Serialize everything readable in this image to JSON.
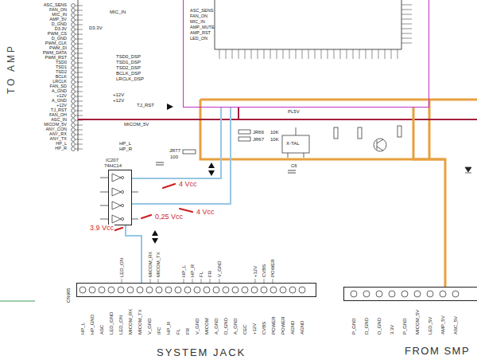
{
  "diagram": {
    "nodes": [
      {
        "text": [
          "TO AMP"
        ]
      },
      {
        "text": [
          "IC207",
          "74HC14"
        ]
      },
      {
        "text": [
          "CN905",
          "SYSTEM JACK"
        ]
      },
      {
        "text": [
          "FROM SMP"
        ]
      },
      {
        "text": [
          "ASC_SENS",
          "FAN_ON",
          "MIC_IN",
          "AMP_MUTE",
          "AMP_RST",
          "LED_ON"
        ]
      }
    ],
    "edges": [
      {
        "from": 0,
        "to": 4,
        "arrow": "none"
      },
      {
        "from": 1,
        "to": 4,
        "arrow": "none"
      },
      {
        "from": 1,
        "to": 4,
        "arrow": "none"
      },
      {
        "from": 2,
        "to": 1,
        "arrow": "none"
      },
      {
        "from": 3,
        "to": 4,
        "arrow": "none"
      }
    ],
    "labels": [
      "ASC_SENS",
      "FAN_ON",
      "MIC_IN",
      "AMP_5V",
      "D_GND",
      "D3.3V",
      "PWM_CS",
      "D_GND",
      "PWM_CLK",
      "PWM_DI",
      "PWM_DATA",
      "PWM_RST",
      "TSD0",
      "TSD1",
      "TSD2",
      "BCLK",
      "LRCLK",
      "FAN_SD",
      "A_GND",
      "+12V",
      "A_GND",
      "+12V",
      "TJ_RST",
      "FAN_OH",
      "ASC_IN",
      "MICOM_5V",
      "ANY_CON",
      "ANY_RX",
      "ANY_TX",
      "HP_L",
      "HP_R",
      "MIC_IN",
      "D3.3V",
      "TSD0_DSP",
      "TSD1_DSP",
      "TSD2_DSP",
      "BCLK_DSP",
      "LRCLK_DSP",
      "+12V",
      "+12V",
      "TJ_RST",
      "MICOM_5V",
      "HP_L",
      "HP_R",
      "4 Vcc",
      "4 Vcc",
      "0,25 Vcc",
      "3.9 Vcc",
      "JR66",
      "10K",
      "JR67",
      "10K",
      "JR77",
      "100",
      "PL5V",
      "X-TAL",
      "C6",
      "HP_L",
      "HP_GND",
      "ASC",
      "LED_GND",
      "LED_ON",
      "MICOM_RX",
      "MICOM_TX",
      "V_GND",
      "IFC",
      "HP_R",
      "FL",
      "FR",
      "V_GND",
      "MICOM",
      "A_GND",
      "D_GND",
      "A_GND",
      "CEC",
      "+12V",
      "CVBS",
      "POWER",
      "POWER",
      "AGND",
      "AGND",
      "LED_ON",
      "MICOM_RX",
      "MICOM_TX",
      "HP_L",
      "HP_R",
      "FL",
      "FR",
      "V_GND",
      "+12V",
      "CVBS",
      "POWER",
      "P_GND",
      "D_GND",
      "D_GND",
      "3.3V",
      "P_GND",
      "MICOM_5V",
      "LED_5V",
      "AMP_5V",
      "ASC_5V"
    ]
  }
}
